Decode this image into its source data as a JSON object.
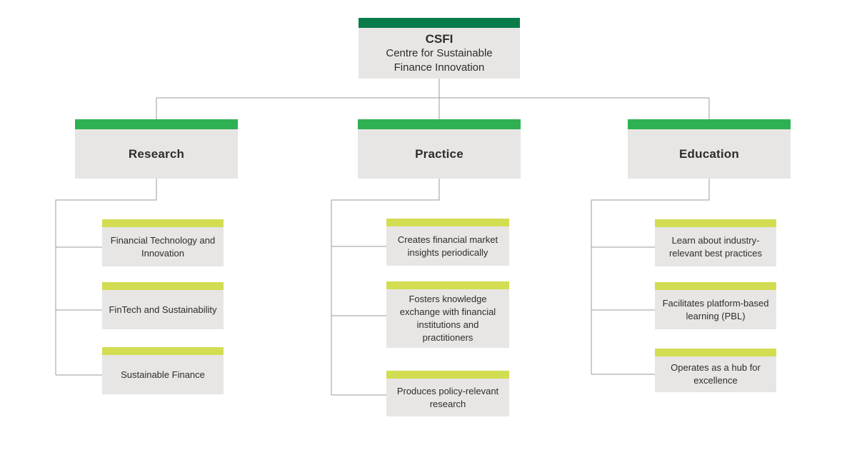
{
  "root": {
    "acronym": "CSFI",
    "name_lines": [
      "Centre for Sustainable",
      "Finance Innovation"
    ]
  },
  "columns": [
    {
      "title": "Research",
      "items": [
        "Financial Technology and Innovation",
        "FinTech and Sustainability",
        "Sustainable Finance"
      ]
    },
    {
      "title": "Practice",
      "items": [
        "Creates financial market insights periodically",
        "Fosters knowledge exchange with financial institutions and practitioners",
        "Produces policy-relevant research"
      ]
    },
    {
      "title": "Education",
      "items": [
        "Learn about industry-relevant best practices",
        "Facilitates platform-based learning (PBL)",
        "Operates as a hub for excellence"
      ]
    }
  ],
  "colors": {
    "dark_green": "#0a7c4a",
    "green": "#2fb153",
    "lime": "#d2dd52",
    "box_gray": "#e7e6e4",
    "line_gray": "#9b9b9b",
    "text": "#2e2d2c"
  }
}
